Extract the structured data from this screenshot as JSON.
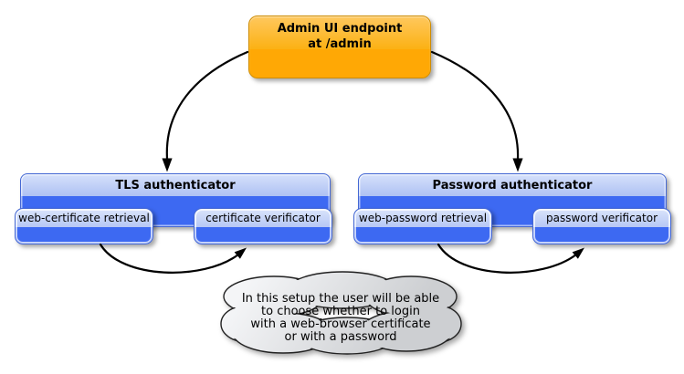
{
  "diagram": {
    "endpoint": {
      "line1": "Admin UI endpoint",
      "line2": "at /admin"
    },
    "authenticators": [
      {
        "title": "TLS authenticator",
        "children": [
          "web-certificate retrieval",
          "certificate verificator"
        ]
      },
      {
        "title": "Password authenticator",
        "children": [
          "web-password retrieval",
          "password verificator"
        ]
      }
    ],
    "note": {
      "lines": [
        "In this setup the user will be able",
        "to choose whether to login",
        "with a web-browser certificate",
        "or with a password"
      ]
    },
    "colors": {
      "endpoint_fill_top": "#fbb113",
      "endpoint_fill_bottom": "#ffa805",
      "endpoint_border": "#cf8c00",
      "component_header_light": "#d6e1fb",
      "component_body_blue": "#3d69f2",
      "component_border": "#4468d4",
      "note_fill_light": "#f4f5f7",
      "note_fill_dark": "#cdcfd2",
      "note_border": "#222222",
      "arrow": "#000000",
      "background": "#ffffff"
    }
  }
}
